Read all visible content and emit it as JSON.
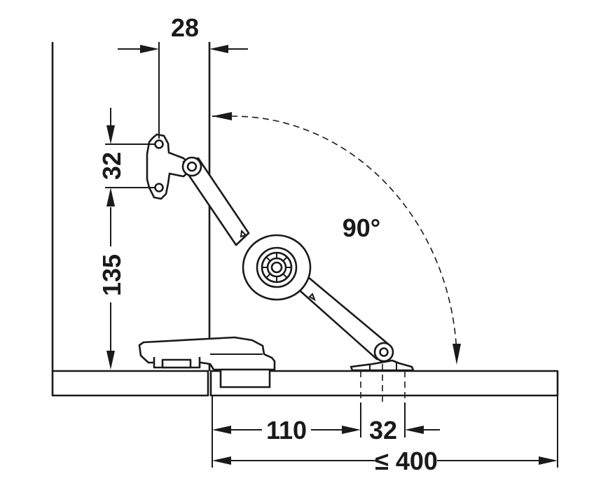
{
  "dimensions": {
    "width_top": "28",
    "mount_spacing": "32",
    "mount_height": "135",
    "opening_angle": "90°",
    "offset": "110",
    "base_spacing": "32",
    "max_width": "≤ 400"
  },
  "icons": {
    "arrowhead": "filled-triangle"
  }
}
